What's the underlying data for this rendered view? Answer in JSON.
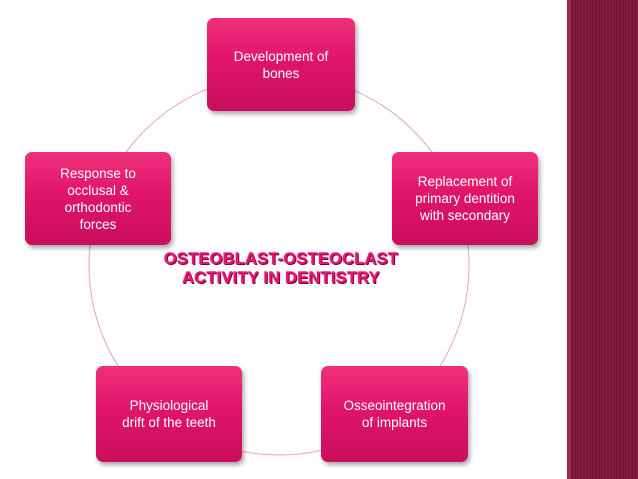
{
  "diagram": {
    "title": "OSTEOBLAST-OSTEOCLAST\nACTIVITY IN DENTISTRY",
    "nodes": [
      {
        "id": "development",
        "label": "Development of\nbones"
      },
      {
        "id": "replacement",
        "label": "Replacement of\nprimary dentition\nwith secondary"
      },
      {
        "id": "osseointegration",
        "label": "Osseointegration\nof implants"
      },
      {
        "id": "drift",
        "label": "Physiological\ndrift of the teeth"
      },
      {
        "id": "response",
        "label": "Response to\nocclusal &\northodontic\nforces"
      }
    ]
  },
  "colors": {
    "node_fill": "#e0156a",
    "ring_stroke": "#e8a3bd",
    "title_color": "#ee1177",
    "sidebar": "#7a1436"
  }
}
